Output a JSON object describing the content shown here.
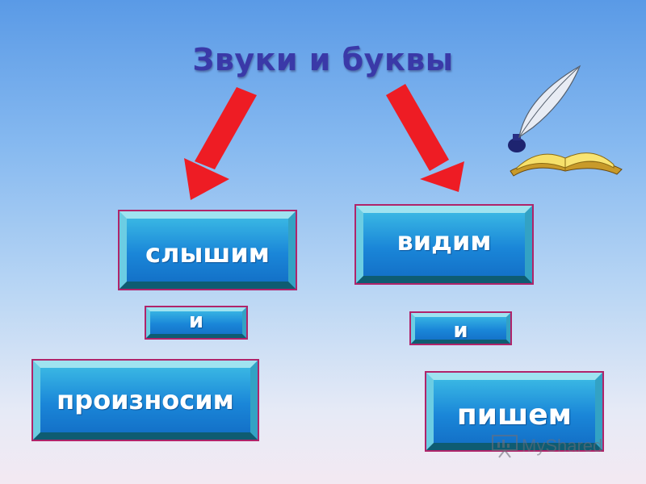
{
  "title": "Звуки и буквы",
  "boxes": {
    "hear": "слышим",
    "see": "видим",
    "and_left": "и",
    "and_right": "и",
    "pronounce": "произносим",
    "write": "пишем"
  },
  "watermark": "MyShared",
  "colors": {
    "title": "#3a39a8",
    "arrow": "#ee1c24",
    "box_border": "#b0246a",
    "box_fill": "#1a86d8"
  }
}
